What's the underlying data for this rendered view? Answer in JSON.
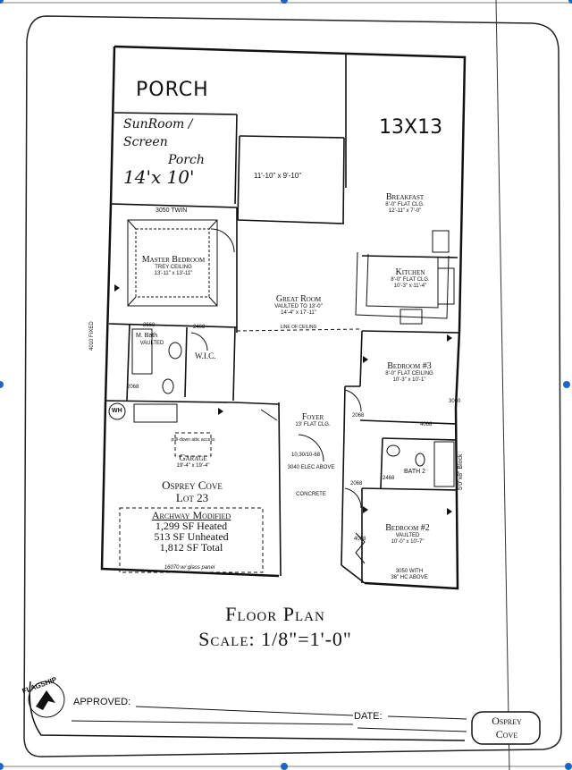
{
  "handwritten": {
    "porch": "PORCH",
    "sunroom_line1": "SunRoom /",
    "sunroom_line2": "Screen",
    "sunroom_line3": "Porch",
    "sunroom_size": "14'x 10'",
    "size_note": "13X13"
  },
  "rooms": {
    "porch_dim": "11'-10\" x 9'-10\"",
    "twin_window": "3050 TWIN",
    "breakfast": {
      "name": "Breakfast",
      "ceiling": "8'-0\" FLAT CLG.",
      "size": "12'-11\" x 7'-0\""
    },
    "kitchen": {
      "name": "Kitchen",
      "ceiling": "8'-0\" FLAT CLG.",
      "size": "10'-3\" x 11'-4\""
    },
    "master": {
      "name": "Master Bedroom",
      "ceiling": "TREY CEILING",
      "size": "13'-11\" x 13'-11\""
    },
    "great": {
      "name": "Great Room",
      "ceiling": "VAULTED TO 13'-0\"",
      "size": "14'-4\" x 17'-11\""
    },
    "bedroom3": {
      "name": "Bedroom #3",
      "ceiling": "8'-0\" FLAT CEILING",
      "size": "10'-3\" x 10'-1\""
    },
    "foyer": {
      "name": "Foyer",
      "ceiling": "13' FLAT CLG."
    },
    "garage": {
      "name": "Garage",
      "size": "19'-4\" x 19'-4\""
    },
    "bedroom2": {
      "name": "Bedroom #2",
      "ceiling": "VAULTED",
      "size": "10'-0\" x 10'-7\""
    },
    "wic": "W.I.C.",
    "bath": "M. Bath",
    "bath_vaulted": "VAULTED",
    "bath2": "BATH 2",
    "concrete": "CONCRETE",
    "wh": "WH",
    "line_of_ceiling": "LINE OF CEILING",
    "elec_above": "3040 ELEC ABOVE",
    "garage_door": "16070 w/ glass panel",
    "attic_access": "pull-down attic access",
    "window_3050_hc": "3050 WITH",
    "window_hc_above": "36\" HC ABOVE",
    "tub": "5'0\"x8\" Block",
    "fixed": "4010 FIXED"
  },
  "door_codes": [
    "2668",
    "2468",
    "2068",
    "2468",
    "2068",
    "4068",
    "2068",
    "2468",
    "4068",
    "3050",
    "10,30/10-68"
  ],
  "info": {
    "community": "Osprey Cove",
    "lot": "Lot 23",
    "model": "Archway Modified",
    "heated": "1,299 SF Heated",
    "unheated": "513 SF Unheated",
    "total": "1,812 SF Total"
  },
  "caption": {
    "title": "Floor Plan",
    "scale": "Scale: 1/8\"=1'-0\""
  },
  "footer": {
    "approved": "APPROVED:",
    "date": "DATE:",
    "logo_line1": "Osprey",
    "logo_line2": "Cove",
    "stamp_text": "FLAGSHIP"
  }
}
